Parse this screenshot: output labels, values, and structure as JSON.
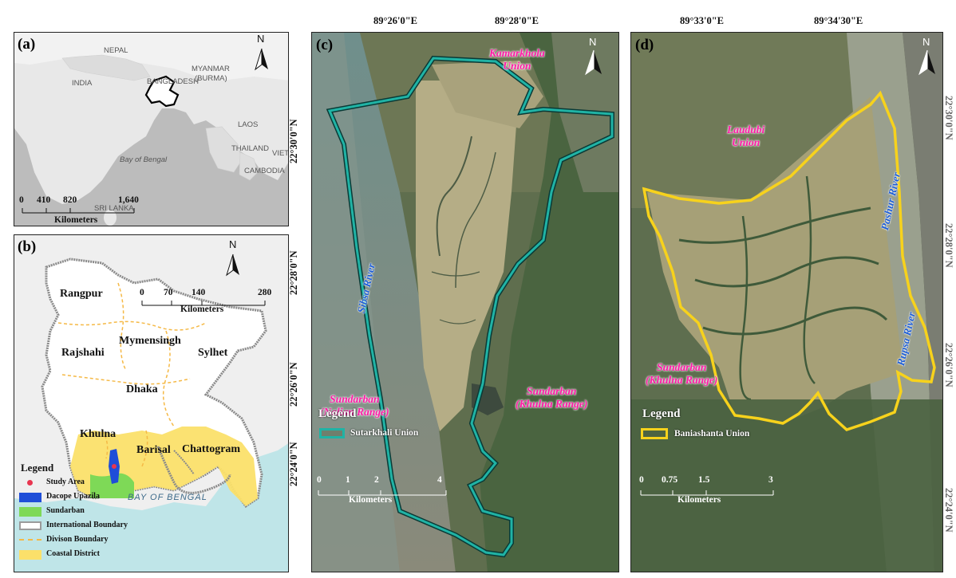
{
  "panels": {
    "a": {
      "label": "(a)",
      "countries": [
        "NEPAL",
        "INDIA",
        "BANGLADESH",
        "MYANMAR",
        "(BURMA)",
        "LAOS",
        "THAILAND",
        "VIET",
        "CAMBODIA",
        "SRI LANKA"
      ],
      "sea": "Bay of Bengal",
      "north": "N",
      "scale": {
        "ticks": [
          "0",
          "410",
          "820",
          "1,640"
        ],
        "unit": "Kilometers"
      }
    },
    "b": {
      "label": "(b)",
      "north": "N",
      "divisions": [
        "Rangpur",
        "Rajshahi",
        "Mymensingh",
        "Sylhet",
        "Dhaka",
        "Khulna",
        "Barisal",
        "Chattogram"
      ],
      "sea": "BAY OF BENGAL",
      "scale": {
        "ticks": [
          "0",
          "70",
          "140",
          "280"
        ],
        "unit": "Kilometers"
      },
      "legend": {
        "title": "Legend",
        "items": [
          {
            "label": "Study Area",
            "color": "#e8354f"
          },
          {
            "label": "Dacope Upazila",
            "color": "#1f4ed8"
          },
          {
            "label": "Sundarban",
            "color": "#7ed957"
          },
          {
            "label": "International Boundary",
            "color": "#9b9b9b"
          },
          {
            "label": "Divison Boundary",
            "color": "#f5b946"
          },
          {
            "label": "Coastal District",
            "color": "#fbe06a"
          }
        ]
      }
    },
    "c": {
      "label": "(c)",
      "north": "N",
      "top_coords": [
        "89°26'0\"E",
        "89°28'0\"E"
      ],
      "left_coords": [
        "22°30'0\"N",
        "22°28'0\"N",
        "22°26'0\"N",
        "22°24'0\"N"
      ],
      "places": {
        "kamarkhola": [
          "Kamarkhola",
          "Union"
        ],
        "nalian": [
          "Sundarban",
          "(Nalian Range)"
        ],
        "khulna": [
          "Sundarban",
          "(Khulna Range)"
        ]
      },
      "river": "Sibsa River",
      "legend": {
        "title": "Legend",
        "item": "Sutarkhali Union",
        "color": "#1aa69a"
      },
      "scale": {
        "ticks": [
          "0",
          "1",
          "2",
          "4"
        ],
        "unit": "Kilometers"
      }
    },
    "d": {
      "label": "(d)",
      "north": "N",
      "top_coords": [
        "89°33'0\"E",
        "89°34'30\"E"
      ],
      "right_coords": [
        "22°30'0\"N",
        "22°28'0\"N",
        "22°26'0\"N",
        "22°24'0\"N"
      ],
      "places": {
        "laudubi": [
          "Laudubi",
          "Union"
        ],
        "khulna": [
          "Sundarban",
          "(Khulna Range)"
        ]
      },
      "rivers": [
        "Pashur River",
        "Rupsa River"
      ],
      "legend": {
        "title": "Legend",
        "item": "Baniashanta Union",
        "color": "#f7d21c"
      },
      "scale": {
        "ticks": [
          "0",
          "0.75",
          "1.5",
          "3"
        ],
        "unit": "Kilometers"
      }
    }
  }
}
